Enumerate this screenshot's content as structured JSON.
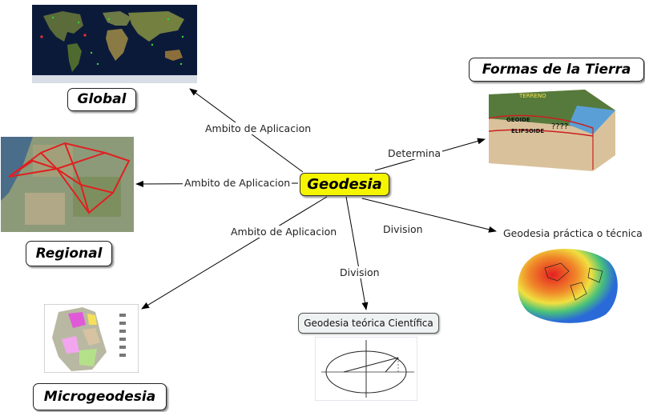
{
  "center": {
    "label": "Geodesia",
    "color": "#f5f500"
  },
  "nodes": {
    "global": {
      "label": "Global"
    },
    "regional": {
      "label": "Regional"
    },
    "microgeodesia": {
      "label": "Microgeodesia"
    },
    "formas": {
      "label": "Formas de la Tierra"
    },
    "practica": {
      "label": "Geodesia práctica o técnica"
    },
    "teorica": {
      "label": "Geodesia teórica Científica"
    }
  },
  "edges": {
    "ambito1": "Ambito de Aplicacion",
    "ambito2": "Ambito de Aplicacion",
    "ambito3": "Ambito de Aplicacion",
    "determina": "Determina",
    "division1": "Division",
    "division2": "Division"
  },
  "images": {
    "world_map": "world-map-image",
    "satellite": "satellite-network-image",
    "geologic": "geologic-map-image",
    "earth_cross": "earth-layers-image",
    "geoid": "geoid-image",
    "ellipse": "ellipse-diagram-image"
  },
  "image_text": {
    "terreno": "TERRENO",
    "geoide": "GEOIDE",
    "elipsoide": "ELIPSOIDE",
    "question": "????"
  }
}
